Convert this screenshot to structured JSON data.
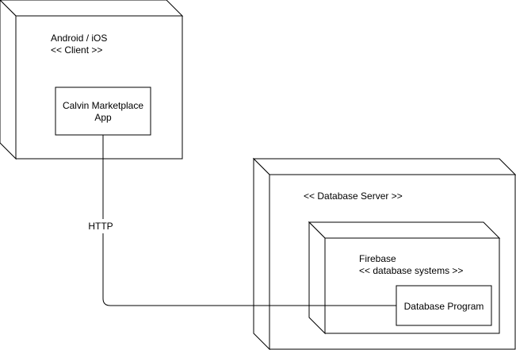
{
  "diagram": {
    "client_node": {
      "title_line1": "Android / iOS",
      "title_line2": "<< Client >>"
    },
    "client_app": {
      "label_line1": "Calvin Marketplace",
      "label_line2": "App"
    },
    "connector": {
      "label": "HTTP"
    },
    "server_node": {
      "title": "<< Database Server >>"
    },
    "firebase_node": {
      "title_line1": "Firebase",
      "title_line2": "<< database systems >>"
    },
    "database_program": {
      "label": "Database Program"
    },
    "colors": {
      "stroke": "#000000",
      "fill": "#ffffff",
      "text": "#000000"
    }
  }
}
